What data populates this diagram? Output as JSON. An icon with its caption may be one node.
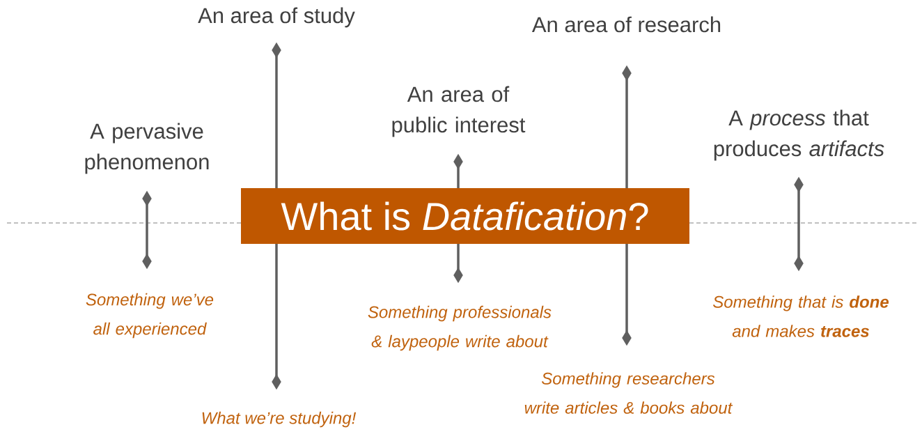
{
  "diagram": {
    "nodes": [
      {
        "text": [
          "What is *Datafication*?"
        ]
      }
    ],
    "labels": [
      "A pervasive phenomenon",
      "Something we’ve all experienced",
      "An area of study",
      "What we’re studying!",
      "An area of public interest",
      "Something professionals & laypeople write about",
      "An area of research",
      "Something researchers write articles & books about",
      "A *process* that produces *artifacts*",
      "Something that is **done** and makes **traces**"
    ]
  }
}
